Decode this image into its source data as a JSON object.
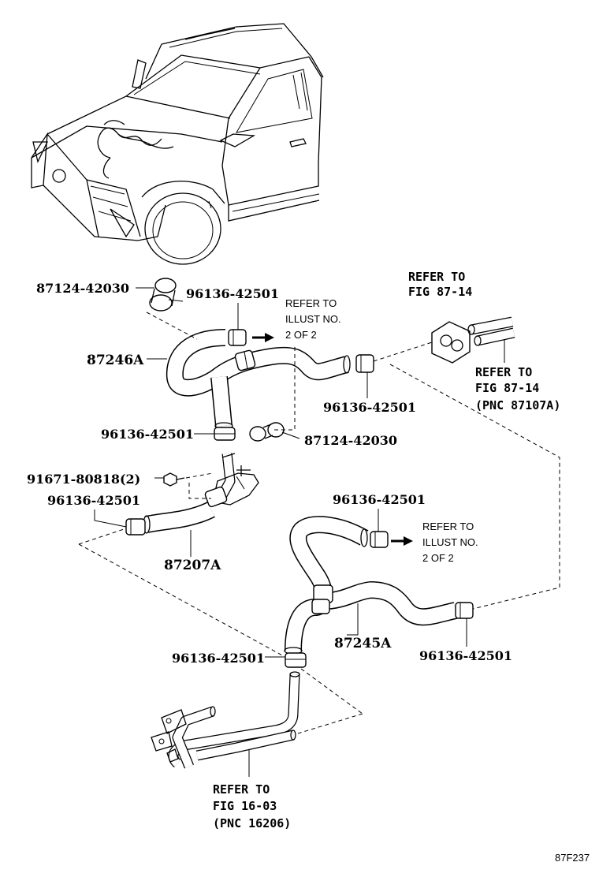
{
  "labels": {
    "clip_top_left": "87124-42030",
    "clamp_top_mid": "96136-42501",
    "refer_illust_top": [
      "REFER TO",
      "ILLUST NO.",
      "2 OF 2"
    ],
    "refer_fig_8714_a": [
      "REFER TO",
      "FIG 87-14"
    ],
    "hose_87246a": "87246A",
    "clamp_right_upper": "96136-42501",
    "refer_fig_8714_b": [
      "REFER TO",
      "FIG 87-14",
      "(PNC 87107A)"
    ],
    "clamp_left_mid": "96136-42501",
    "clip_mid": "87124-42030",
    "bolt": "91671-80818(2)",
    "clamp_left_lower": "96136-42501",
    "hose_87207a": "87207A",
    "clamp_right_mid": "96136-42501",
    "refer_illust_lower": [
      "REFER TO",
      "ILLUST NO.",
      "2 OF 2"
    ],
    "hose_87245a": "87245A",
    "clamp_center_lower": "96136-42501",
    "clamp_right_lower": "96136-42501",
    "refer_fig_1603": [
      "REFER TO",
      "FIG 16-03",
      "(PNC 16206)"
    ],
    "figure_code": "87F237"
  }
}
